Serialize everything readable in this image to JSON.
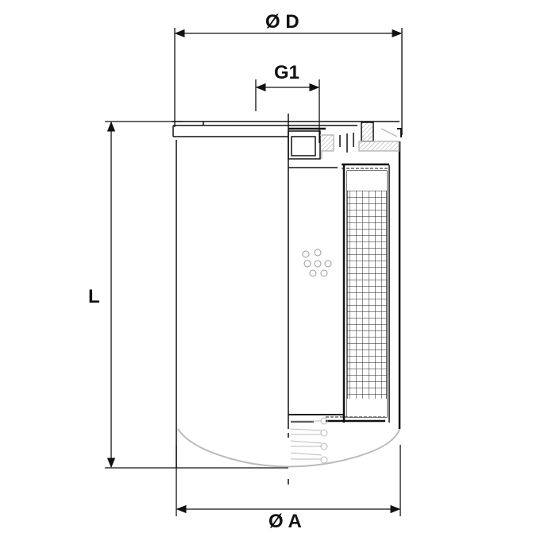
{
  "labels": {
    "diameter_d": "Ø D",
    "thread_g1": "G1",
    "length_l": "L",
    "diameter_a": "Ø A"
  }
}
